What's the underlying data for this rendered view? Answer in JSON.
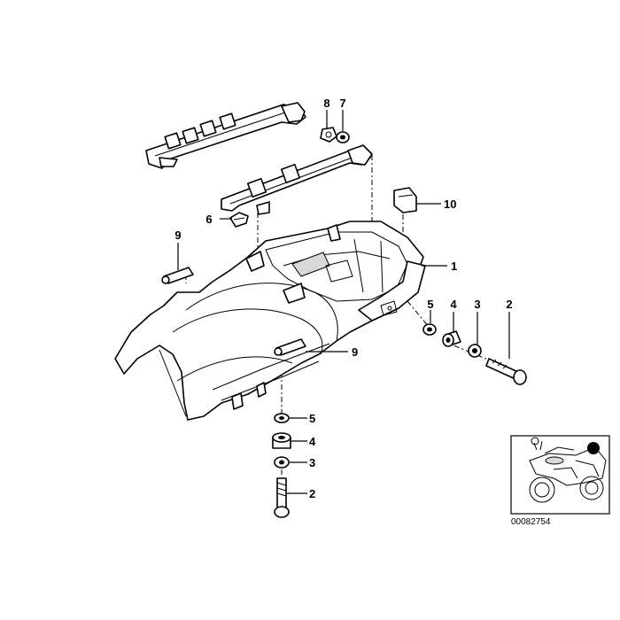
{
  "diagram": {
    "callouts": [
      {
        "id": "c8-top",
        "label": "8"
      },
      {
        "id": "c7-top",
        "label": "7"
      },
      {
        "id": "c10",
        "label": "10"
      },
      {
        "id": "c6",
        "label": "6"
      },
      {
        "id": "c9-left",
        "label": "9"
      },
      {
        "id": "c1",
        "label": "1"
      },
      {
        "id": "c5-right",
        "label": "5"
      },
      {
        "id": "c4-right",
        "label": "4"
      },
      {
        "id": "c3-right",
        "label": "3"
      },
      {
        "id": "c2-right",
        "label": "2"
      },
      {
        "id": "c9-mid",
        "label": "9"
      },
      {
        "id": "c5-bottom",
        "label": "5"
      },
      {
        "id": "c4-bottom",
        "label": "4"
      },
      {
        "id": "c3-bottom",
        "label": "3"
      },
      {
        "id": "c2-bottom",
        "label": "2"
      }
    ],
    "reference_number": "00082754"
  }
}
